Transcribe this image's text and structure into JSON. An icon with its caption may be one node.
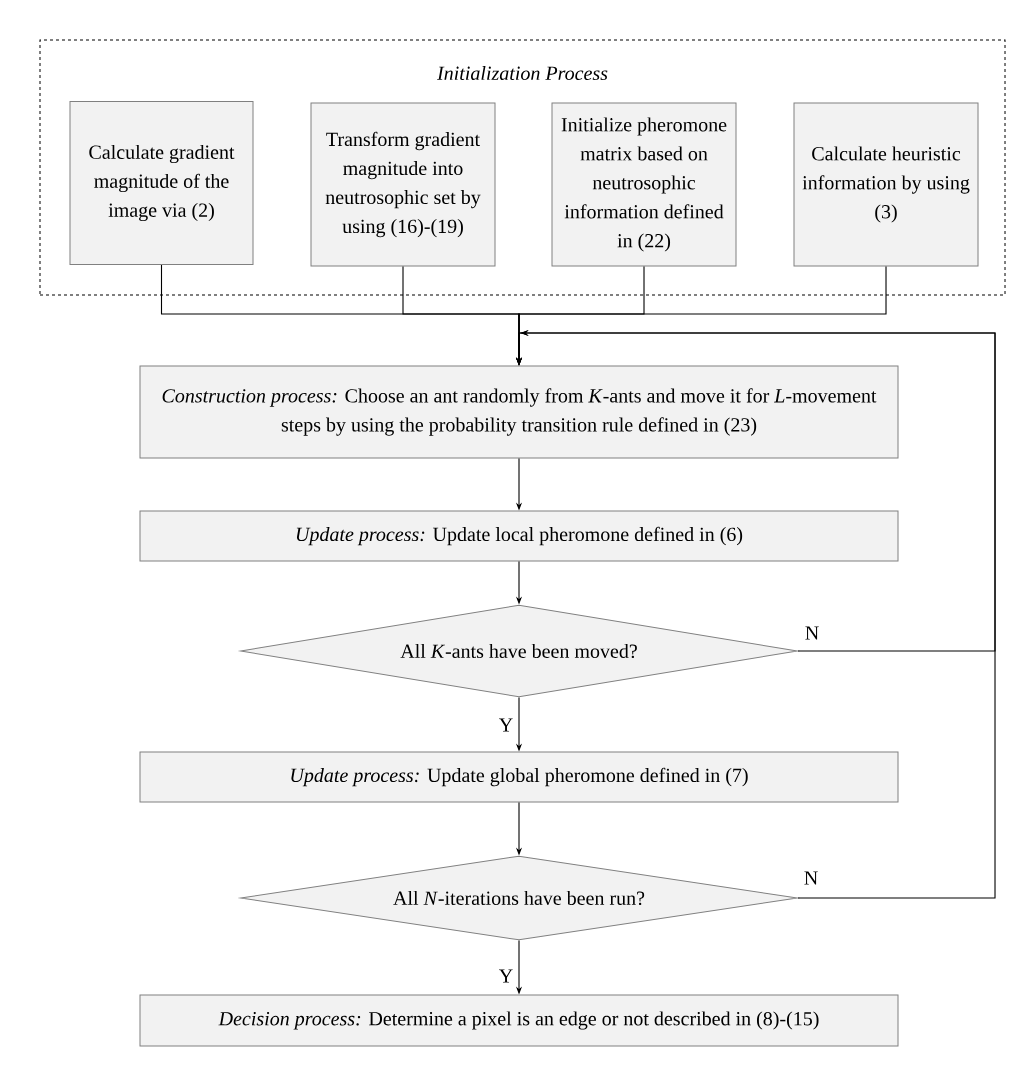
{
  "diagram": {
    "nodes": [
      {
        "text": [
          "Initialization Process"
        ]
      },
      {
        "text": [
          "Calculate gradient magnitude of the image via (2)"
        ],
        "in": 0
      },
      {
        "text": [
          "Transform gradient magnitude into neutrosophic set by using (16)-(19)"
        ],
        "in": 0
      },
      {
        "text": [
          "Initialize pheromone matrix based on neutrosophic information defined in (22)"
        ],
        "in": 0
      },
      {
        "text": [
          "Calculate heuristic information by using (3)"
        ],
        "in": 0
      },
      {
        "text": [
          "*Construction process:* Choose an ant randomly from *K*-ants and move it for *L*-movement steps by using the probability transition rule defined in (23)"
        ]
      },
      {
        "text": [
          "*Update process:* Update local pheromone defined in (6)"
        ]
      },
      {
        "text": [
          "All *K*-ants have been moved?"
        ]
      },
      {
        "text": [
          "*Update process:* Update global pheromone defined in (7)"
        ]
      },
      {
        "text": [
          "All *N*-iterations have been run?"
        ]
      },
      {
        "text": [
          "*Decision process:* Determine a pixel is an edge or not described in (8)-(15)"
        ]
      }
    ],
    "edges": [
      {
        "from": 1,
        "to": 5,
        "arrow": "to"
      },
      {
        "from": 2,
        "to": 5,
        "arrow": "to"
      },
      {
        "from": 3,
        "to": 5,
        "arrow": "to"
      },
      {
        "from": 4,
        "to": 5,
        "arrow": "to"
      },
      {
        "from": 5,
        "to": 6,
        "arrow": "to"
      },
      {
        "from": 6,
        "to": 7,
        "arrow": "to"
      },
      {
        "from": 7,
        "to": 8,
        "arrow": "to",
        "label": "Y"
      },
      {
        "from": 7,
        "to": 5,
        "arrow": "to",
        "label": "N"
      },
      {
        "from": 8,
        "to": 9,
        "arrow": "to"
      },
      {
        "from": 9,
        "to": 5,
        "arrow": "to",
        "label": "N"
      },
      {
        "from": 9,
        "to": 10,
        "arrow": "to",
        "label": "Y"
      }
    ]
  }
}
